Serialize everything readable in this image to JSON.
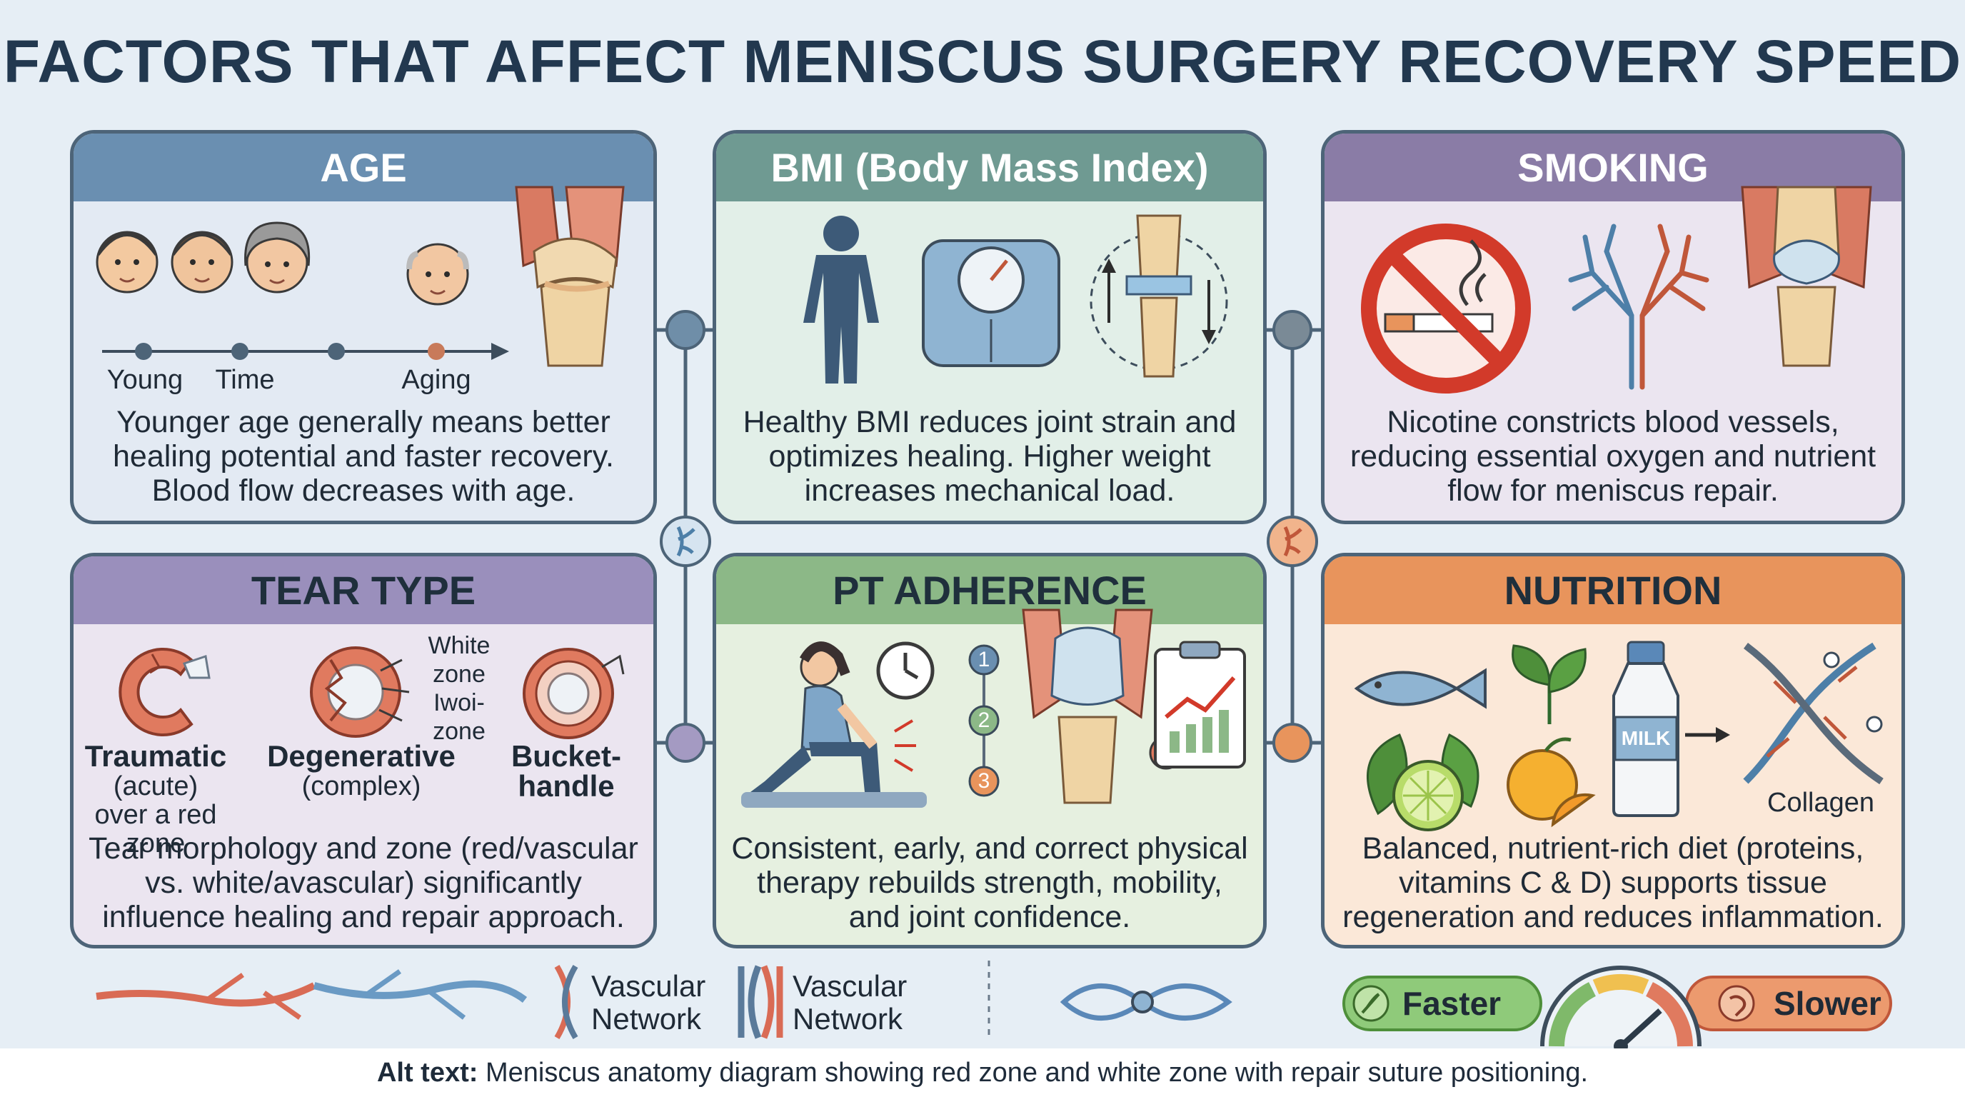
{
  "title": "FACTORS THAT AFFECT MENISCUS SURGERY RECOVERY SPEED",
  "colors": {
    "age": "#6a8fb1",
    "bmi": "#6f9a92",
    "smoking": "#8a7ca6",
    "tear": "#9a8fbc",
    "pt": "#8cb887",
    "nutrition": "#e8945c",
    "red_zone": "#e07a5f",
    "faster": "#8fca7a",
    "slower": "#ec9a6e"
  },
  "cards": {
    "age": {
      "header": "AGE",
      "timeline": {
        "young": "Young",
        "time": "Time",
        "aging": "Aging"
      },
      "description": "Younger age generally means better healing potential and faster recovery. Blood flow decreases with age."
    },
    "bmi": {
      "header": "BMI (Body Mass Index)",
      "description": "Healthy BMI reduces joint strain and optimizes healing. Higher weight increases mechanical load."
    },
    "smoking": {
      "header": "SMOKING",
      "description": "Nicotine constricts blood vessels, reducing essential oxygen and nutrient flow for meniscus repair."
    },
    "tear": {
      "header": "TEAR TYPE",
      "traumatic_title": "Traumatic",
      "traumatic_sub": "(acute) over a red zone",
      "degenerative_title": "Degenerative",
      "degenerative_sub": "(complex)",
      "bucket_title": "Bucket-handle",
      "white_zone": "White zone",
      "iwoi_zone": "Iwoi-zone",
      "description": "Tear morphology and zone (red/vascular vs. white/avascular) significantly influence healing and repair approach."
    },
    "pt": {
      "header": "PT ADHERENCE",
      "steps": [
        "1",
        "2",
        "3"
      ],
      "marker": "1",
      "description": "Consistent, early, and correct physical therapy rebuilds strength, mobility, and joint confidence."
    },
    "nutrition": {
      "header": "NUTRITION",
      "milk": "MILK",
      "collagen": "Collagen",
      "description": "Balanced, nutrient-rich diet (proteins, vitamins C & D) supports tissue regeneration and reduces inflammation."
    }
  },
  "legend": {
    "vascular_1": "Vascular Network",
    "vascular_2": "Vascular Network",
    "faster": "Faster",
    "slower": "Slower"
  },
  "footer": {
    "label": "Alt text:",
    "text": "Meniscus anatomy diagram showing red zone and white zone with repair suture positioning."
  }
}
